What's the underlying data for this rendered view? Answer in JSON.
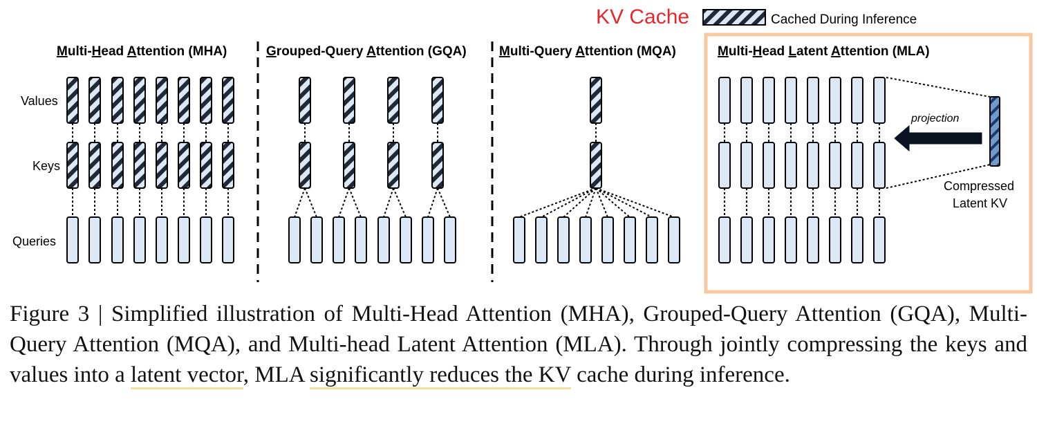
{
  "legend": {
    "kv_cache_label": "KV Cache",
    "cached_label": "Cached During Inference",
    "kv_cache_color": "#e8262c"
  },
  "row_labels": {
    "values": "Values",
    "keys": "Keys",
    "queries": "Queries"
  },
  "panels": [
    {
      "id": "mha",
      "title": "Multi-Head Attention (MHA)",
      "underlined_letters": [
        0,
        6,
        11
      ],
      "heads": 8,
      "kv_heads": 8
    },
    {
      "id": "gqa",
      "title": "Grouped-Query Attention (GQA)",
      "underlined_letters": [
        0,
        14
      ],
      "heads": 8,
      "kv_heads": 4
    },
    {
      "id": "mqa",
      "title": "Multi-Query Attention (MQA)",
      "underlined_letters": [
        0,
        12
      ],
      "heads": 8,
      "kv_heads": 1
    },
    {
      "id": "mla",
      "title": "Multi-Head Latent Attention (MLA)",
      "underlined_letters": [
        0,
        6,
        11,
        18
      ],
      "heads": 8,
      "kv_heads": 8
    }
  ],
  "mla": {
    "projection_label": "projection",
    "latent_label_line1": "Compressed",
    "latent_label_line2": "Latent KV",
    "highlight_color": "#f8c9a0"
  },
  "colors": {
    "box_fill": "#dde8f6",
    "hatch_stroke": "#1f2937",
    "latent_fill": "#6f9ad0"
  },
  "caption": {
    "prefix": "Figure 3 | Simplified illustration of Multi-Head Attention (MHA), Grouped-Query Attention (GQA), Multi-Query Attention (MQA), and Multi-head Latent Attention (MLA). Through jointly compressing the keys and values into a ",
    "highlight1": "latent vector",
    "middle": ", MLA ",
    "highlight2": "significantly reduces the KV",
    "suffix": " cache during inference."
  }
}
